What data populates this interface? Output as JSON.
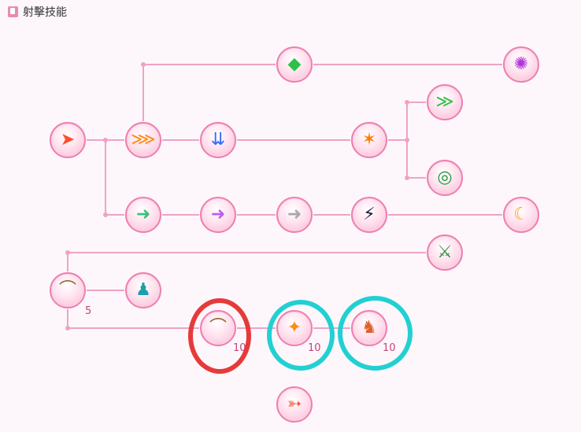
{
  "header": {
    "icon": "book-icon",
    "title": "射擊技能"
  },
  "colors": {
    "line": "#f0a2c4",
    "node_border": "#ef7fb0",
    "level_text": "#c2457a",
    "highlight_red": "#e63a3a",
    "highlight_cyan": "#22d0d3"
  },
  "skills": [
    {
      "id": "s01",
      "icon": "red-arrow-icon",
      "glyph": "➤",
      "color": "#ff4d2e"
    },
    {
      "id": "s02",
      "icon": "orange-multi-arrow-icon",
      "glyph": "⋙",
      "color": "#ff8a1c"
    },
    {
      "id": "s03",
      "icon": "blue-double-arrow-icon",
      "glyph": "⇊",
      "color": "#2f6bff"
    },
    {
      "id": "s04",
      "icon": "orange-cross-arrow-icon",
      "glyph": "✶",
      "color": "#ff7a00"
    },
    {
      "id": "s05",
      "icon": "green-gem-icon",
      "glyph": "◆",
      "color": "#2fbf4a"
    },
    {
      "id": "s06",
      "icon": "purple-burst-icon",
      "glyph": "✺",
      "color": "#b436d9"
    },
    {
      "id": "s07",
      "icon": "green-wing-arrow-icon",
      "glyph": "≫",
      "color": "#2fbf4a"
    },
    {
      "id": "s08",
      "icon": "green-swirl-icon",
      "glyph": "◎",
      "color": "#1f9a3a"
    },
    {
      "id": "s09",
      "icon": "green-arrow-icon",
      "glyph": "➜",
      "color": "#3cc27a"
    },
    {
      "id": "s10",
      "icon": "violet-arrow-icon",
      "glyph": "➜",
      "color": "#c05cf0"
    },
    {
      "id": "s11",
      "icon": "silver-arrow-icon",
      "glyph": "➜",
      "color": "#a8a8a8"
    },
    {
      "id": "s12",
      "icon": "dark-boots-icon",
      "glyph": "⚡",
      "color": "#1a1a3a"
    },
    {
      "id": "s13",
      "icon": "golden-swoosh-icon",
      "glyph": "☾",
      "color": "#ff9a1a"
    },
    {
      "id": "s14",
      "icon": "green-sword-icon",
      "glyph": "⚔",
      "color": "#2e8f3a"
    },
    {
      "id": "s15",
      "icon": "bow-icon",
      "glyph": "⌒",
      "color": "#8a6a2a",
      "level": "5"
    },
    {
      "id": "s16",
      "icon": "teal-figure-icon",
      "glyph": "♟",
      "color": "#1aa0a8"
    },
    {
      "id": "s17",
      "icon": "bow-sparkle-icon",
      "glyph": "⌒",
      "color": "#8a6a2a",
      "level": "10"
    },
    {
      "id": "s18",
      "icon": "orange-flame-icon",
      "glyph": "✦",
      "color": "#ff8a1c",
      "level": "10"
    },
    {
      "id": "s19",
      "icon": "archer-duo-icon",
      "glyph": "♞",
      "color": "#e0602a",
      "level": "10"
    },
    {
      "id": "s20",
      "icon": "fire-arrow-icon",
      "glyph": "➳",
      "color": "#ff4d2e"
    }
  ]
}
